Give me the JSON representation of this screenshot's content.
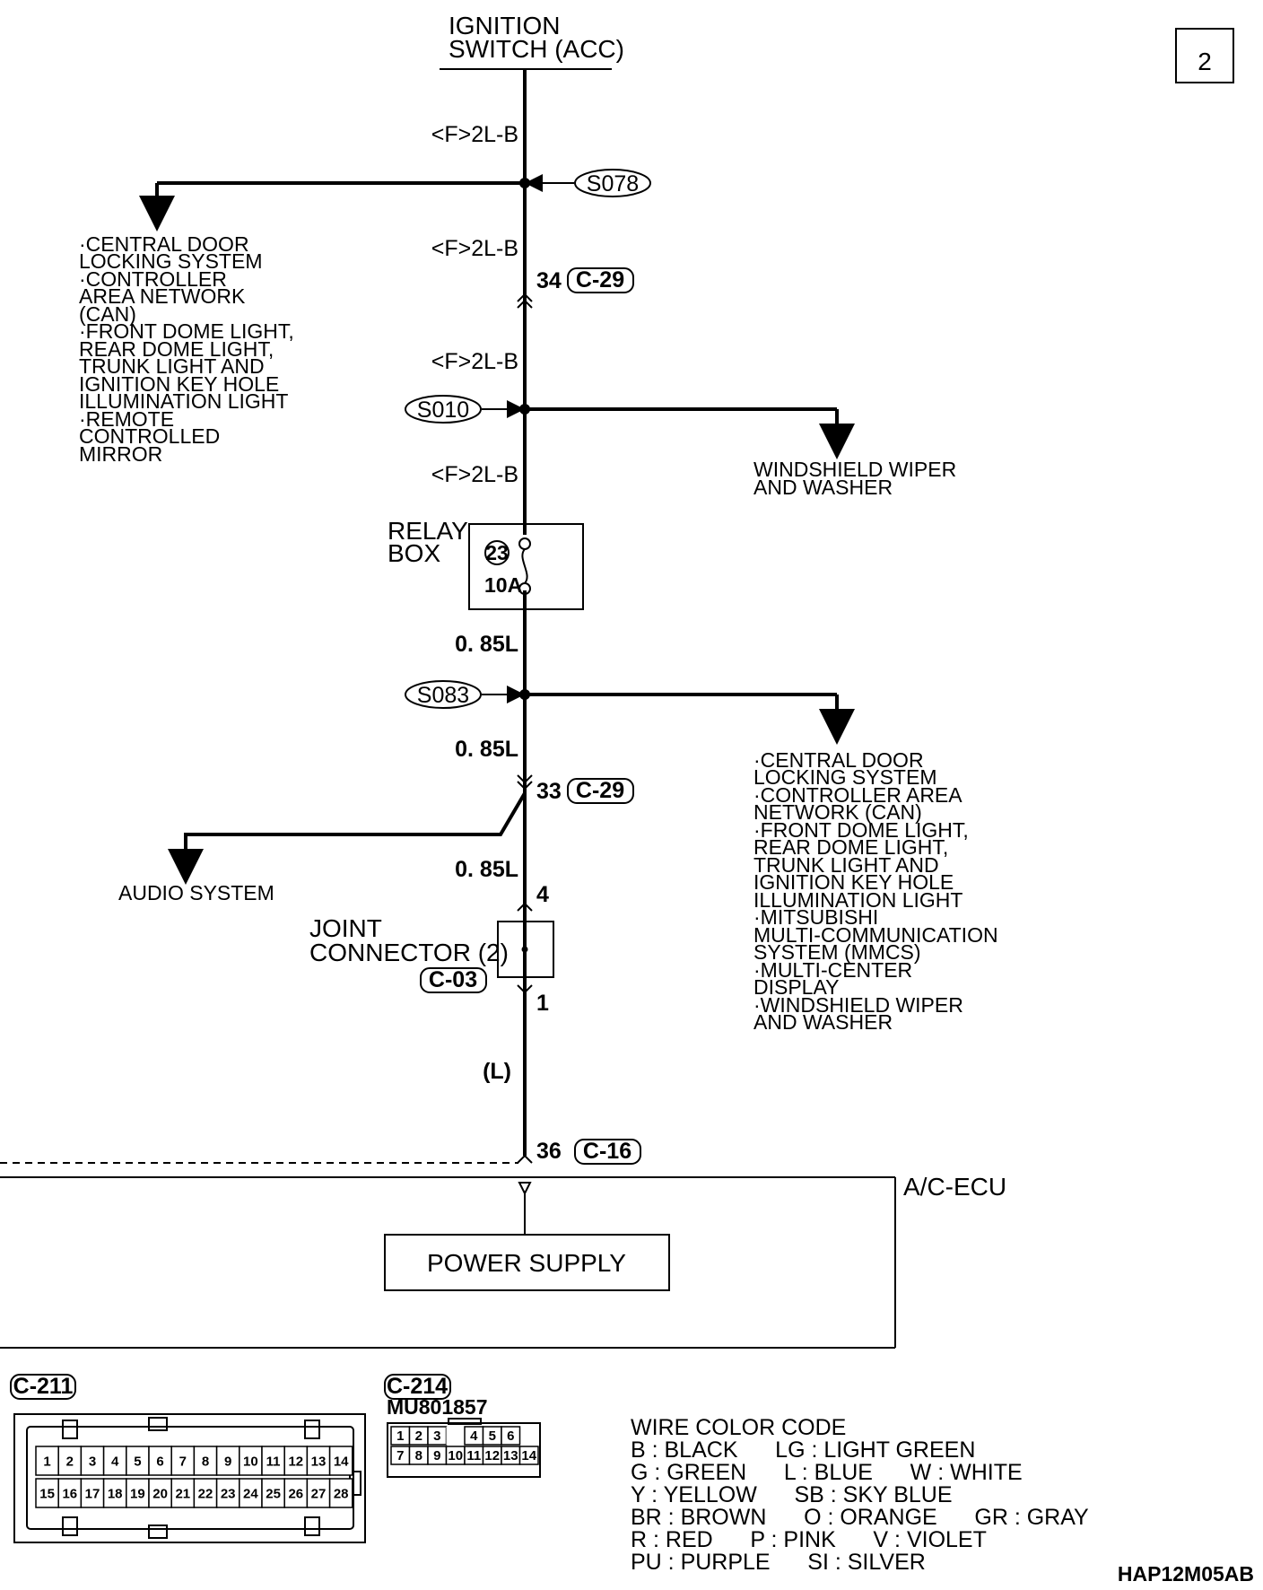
{
  "page_number": "2",
  "diagram_code": "HAP12M05AB",
  "source": {
    "line1": "IGNITION",
    "line2": "SWITCH (ACC)"
  },
  "wires": {
    "w1": "<F>2L-B",
    "w2": "<F>2L-B",
    "w3": "<F>2L-B",
    "w4": "<F>2L-B",
    "w5": "0. 85L",
    "w6": "0. 85L",
    "w7": "0. 85L",
    "w8": "(L)"
  },
  "splices": {
    "s078": "S078",
    "s010": "S010",
    "s083": "S083"
  },
  "connectors": {
    "c29_top": {
      "pin": "34",
      "code": "C-29"
    },
    "c29_bottom": {
      "pin": "33",
      "code": "C-29"
    },
    "c16": {
      "pin": "36",
      "code": "C-16"
    },
    "joint_pin_in": "4",
    "joint_pin_out": "1",
    "joint_code": "C-03"
  },
  "left_branch_list": [
    "·CENTRAL DOOR",
    " LOCKING SYSTEM",
    "·CONTROLLER",
    " AREA NETWORK",
    " (CAN)",
    "·FRONT DOME LIGHT,",
    " REAR DOME LIGHT,",
    " TRUNK LIGHT AND",
    " IGNITION KEY HOLE",
    " ILLUMINATION LIGHT",
    "·REMOTE",
    " CONTROLLED",
    " MIRROR"
  ],
  "right_branch_1": [
    "WINDSHIELD WIPER",
    "AND WASHER"
  ],
  "right_branch_2_list": [
    "·CENTRAL DOOR",
    " LOCKING SYSTEM",
    "·CONTROLLER AREA",
    " NETWORK (CAN)",
    "·FRONT DOME LIGHT,",
    " REAR DOME LIGHT,",
    " TRUNK LIGHT AND",
    " IGNITION KEY HOLE",
    " ILLUMINATION LIGHT",
    "·MITSUBISHI",
    " MULTI-COMMUNICATION",
    " SYSTEM (MMCS)",
    "·MULTI-CENTER",
    " DISPLAY",
    "·WINDSHIELD WIPER",
    " AND WASHER"
  ],
  "relay_box": {
    "line1": "RELAY",
    "line2": "BOX",
    "fuse_number": "23",
    "fuse_rating": "10A"
  },
  "audio": "AUDIO SYSTEM",
  "joint_connector": {
    "line1": "JOINT",
    "line2": "CONNECTOR (2)"
  },
  "ecu": {
    "name": "A/C-ECU",
    "block": "POWER SUPPLY"
  },
  "connector_views": {
    "c211": {
      "code": "C-211",
      "row1": [
        "1",
        "2",
        "3",
        "4",
        "5",
        "6",
        "7",
        "8",
        "9",
        "10",
        "11",
        "12",
        "13",
        "14"
      ],
      "row2": [
        "15",
        "16",
        "17",
        "18",
        "19",
        "20",
        "21",
        "22",
        "23",
        "24",
        "25",
        "26",
        "27",
        "28"
      ]
    },
    "c214": {
      "code": "C-214",
      "part": "MU801857",
      "row1": [
        "1",
        "2",
        "3",
        "",
        "4",
        "5",
        "6"
      ],
      "row2": [
        "7",
        "8",
        "9",
        "10",
        "11",
        "12",
        "13",
        "14"
      ]
    }
  },
  "wire_color_code": {
    "title": "WIRE COLOR CODE",
    "lines": [
      "B : BLACK      LG : LIGHT GREEN",
      "G : GREEN      L : BLUE      W : WHITE",
      "Y : YELLOW      SB : SKY BLUE",
      "BR : BROWN      O : ORANGE      GR : GRAY",
      "R : RED      P : PINK      V : VIOLET",
      "PU : PURPLE      SI : SILVER"
    ]
  }
}
